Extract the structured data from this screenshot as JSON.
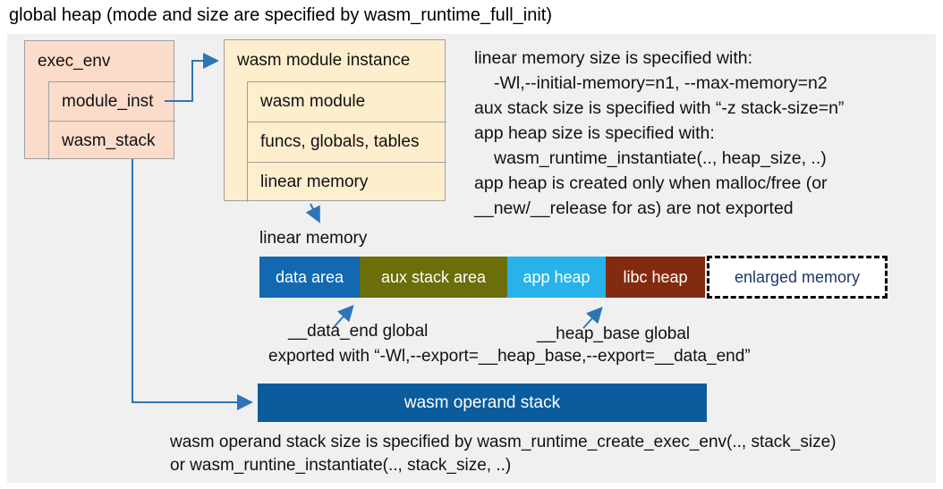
{
  "title": "global heap (mode and size are specified by wasm_runtime_full_init)",
  "exec_env": {
    "label": "exec_env",
    "children": [
      "module_inst",
      "wasm_stack"
    ]
  },
  "module_instance": {
    "label": "wasm module instance",
    "children": [
      "wasm module",
      "funcs, globals, tables",
      "linear memory"
    ]
  },
  "notes": {
    "lines": [
      {
        "text": "linear memory size is specified with:"
      },
      {
        "text": "-Wl,--initial-memory=n1, --max-memory=n2"
      },
      {
        "text": "aux stack size is specified with “-z stack-size=n”"
      },
      {
        "text": "app heap size is specified with:"
      },
      {
        "text": "wasm_runtime_instantiate(.., heap_size, ..)"
      },
      {
        "text": "app heap is created only when malloc/free (or"
      },
      {
        "text": "__new/__release for as) are not exported"
      }
    ]
  },
  "linear_memory": {
    "label": "linear memory",
    "segments": [
      {
        "label": "data area",
        "color": "#1268b1",
        "text_color": "#ffffff"
      },
      {
        "label": "aux stack area",
        "color": "#6b6e09",
        "text_color": "#ffffff"
      },
      {
        "label": "app heap",
        "color": "#27b3ea",
        "text_color": "#ffffff"
      },
      {
        "label": "libc heap",
        "color": "#832b10",
        "text_color": "#ffffff"
      },
      {
        "label": "enlarged memory",
        "color": "#ffffff",
        "text_color": "#1f3864"
      }
    ]
  },
  "globals_labels": {
    "data_end": "__data_end global",
    "heap_base": "__heap_base global",
    "exported": "exported with “-Wl,--export=__heap_base,--export=__data_end”"
  },
  "operand_stack": {
    "label": "wasm operand stack",
    "notes": [
      "wasm operand stack size is specified by wasm_runtime_create_exec_env(.., stack_size)",
      "or wasm_runtine_instantiate(.., stack_size, ..)"
    ]
  },
  "colors": {
    "panel_bg": "#f0f0f0",
    "exec_env_fill": "#fbdcca",
    "module_instance_fill": "#fdeecd",
    "box_border": "#a0a0a0",
    "connector_blue": "#2e75b6",
    "operand_stack_fill": "#0b5c9c"
  }
}
